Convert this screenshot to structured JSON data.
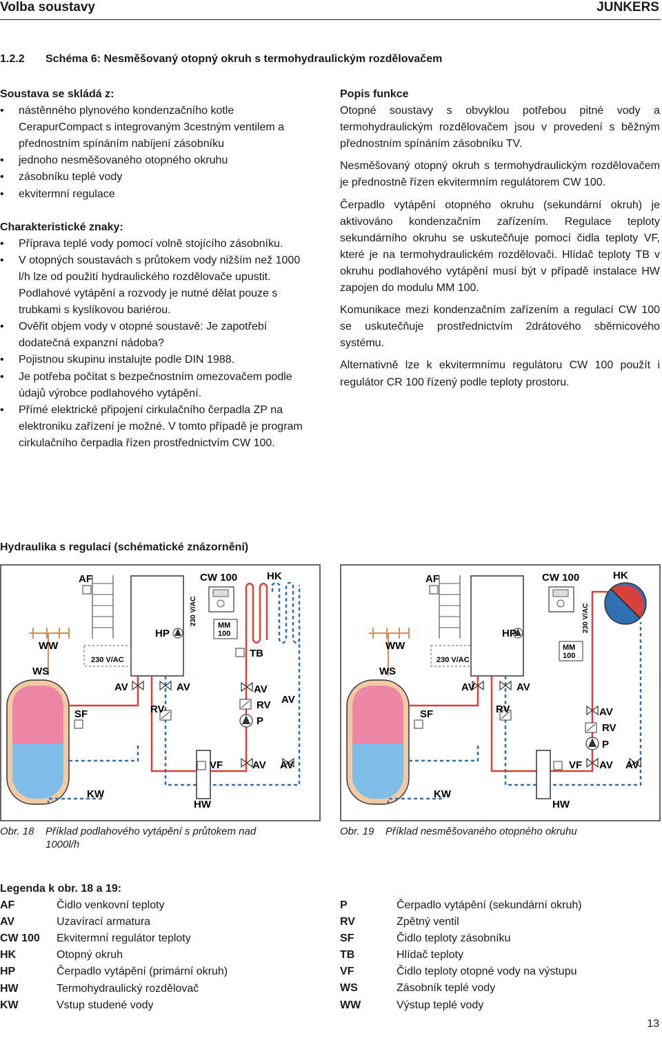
{
  "header": {
    "title": "Volba soustavy",
    "brand": "JUNKERS"
  },
  "section": {
    "number": "1.2.2",
    "title": "Schéma 6: Nesměšovaný otopný okruh s termohydraulickým rozdělovačem"
  },
  "left": {
    "composition_heading": "Soustava se skládá z:",
    "composition_items": [
      "nástěnného plynového kondenzačního kotle CerapurCompact s integrovaným 3cestným ventilem a přednostním spínáním nabíjení zásobníku",
      "jednoho nesměšovaného otopného okruhu",
      "zásobníku teplé vody",
      "ekvitermní regulace"
    ],
    "features_heading": "Charakteristické znaky:",
    "features_items": [
      "Příprava teplé vody pomocí volně stojícího zásobníku.",
      "V otopných soustavách s průtokem vody nižším než 1000 l/h lze od použití hydraulického rozdělovače upustit. Podlahové vytápění a rozvody je nutné dělat pouze s trubkami s kyslíkovou bariérou.",
      "Ověřit objem vody v otopné soustavě: Je zapotřebí dodatečná expanzní nádoba?",
      "Pojistnou skupinu instalujte podle DIN 1988.",
      "Je potřeba počítat s bezpečnostním omezovačem podle údajů výrobce podlahového vytápění.",
      "Přímé elektrické připojení cirkulačního čerpadla ZP na elektroniku zařízení je možné. V tomto případě je program cirkulačního čerpadla řízen prostřednictvím CW 100."
    ]
  },
  "right": {
    "heading": "Popis funkce",
    "paragraphs": [
      "Otopné soustavy s obvyklou potřebou pitné vody a termohydraulickým rozdělovačem jsou v provedení s běžným přednostním spínáním zásobníku TV.",
      "Nesměšovaný otopný okruh s termohydraulickým rozdělovačem je přednostně řízen ekvitermním regulátorem CW 100.",
      "Čerpadlo vytápění otopného okruhu (sekundární okruh) je aktivováno kondenzačním zařízením. Regulace teploty sekundárního okruhu se uskutečňuje pomocí čidla teploty VF, které je na termohydraulickém rozdělovači. Hlídač teploty TB v okruhu podlahového vytápění musí být v případě instalace HW zapojen do modulu MM 100.",
      "Komunikace mezi kondenzačním zařízením a regulací CW 100 se uskutečňuje prostřednictvím 2drátového sběrnicového systému.",
      "Alternativně lze k ekvitermnímu regulátoru CW 100 použít i regulátor CR 100 řízený podle teploty prostoru."
    ]
  },
  "diagram_heading": "Hydraulika s regulací (schématické znázornění)",
  "fig18": {
    "labels": {
      "af": "AF",
      "cw": "CW 100",
      "hk": "HK",
      "v230a": "230 V/AC",
      "hp": "HP",
      "mm": "MM",
      "mm2": "100",
      "ww": "WW",
      "ws": "WS",
      "v230b": "230 V/AC",
      "tb": "TB",
      "av1": "AV",
      "av2": "AV",
      "av3": "AV",
      "av4": "AV",
      "av5": "AV",
      "av6": "AV",
      "rv1": "RV",
      "rv2": "RV",
      "p": "P",
      "sf": "SF",
      "vf": "VF",
      "kw": "KW",
      "hw": "HW"
    },
    "caption_num": "Obr. 18",
    "caption": [
      "Příklad podlahového vytápění s průtokem nad",
      "1000l/h"
    ]
  },
  "fig19": {
    "labels": {
      "af": "AF",
      "cw": "CW 100",
      "hk": "HK",
      "v230a": "230 V/AC",
      "hp": "HP",
      "mm": "MM",
      "mm2": "100",
      "ww": "WW",
      "ws": "WS",
      "v230b": "230 V/AC",
      "av1": "AV",
      "av2": "AV",
      "av3": "AV",
      "av4": "AV",
      "av5": "AV",
      "rv1": "RV",
      "rv2": "RV",
      "p": "P",
      "sf": "SF",
      "vf": "VF",
      "kw": "KW",
      "hw": "HW"
    },
    "caption_num": "Obr. 19",
    "caption": [
      "Příklad nesměšovaného otopného okruhu"
    ]
  },
  "legend": {
    "heading": "Legenda k obr. 18 a 19:",
    "left": [
      {
        "key": "AF",
        "desc": "Čidlo venkovní teploty"
      },
      {
        "key": "AV",
        "desc": "Uzavírací armatura"
      },
      {
        "key": "CW 100",
        "desc": "Ekvitermní regulátor teploty"
      },
      {
        "key": "HK",
        "desc": "Otopný okruh"
      },
      {
        "key": "HP",
        "desc": "Čerpadlo vytápění (primární okruh)"
      },
      {
        "key": "HW",
        "desc": "Termohydraulický rozdělovač"
      },
      {
        "key": "KW",
        "desc": "Vstup studené vody"
      }
    ],
    "right": [
      {
        "key": "P",
        "desc": "Čerpadlo vytápění (sekundární okruh)"
      },
      {
        "key": "RV",
        "desc": "Zpětný ventil"
      },
      {
        "key": "SF",
        "desc": "Čidlo teploty zásobníku"
      },
      {
        "key": "TB",
        "desc": "Hlídač teploty"
      },
      {
        "key": "VF",
        "desc": "Čidlo teploty otopné vody na výstupu"
      },
      {
        "key": "WS",
        "desc": "Zásobník teplé vody"
      },
      {
        "key": "WW",
        "desc": "Výstup teplé vody"
      }
    ]
  },
  "page_number": "13",
  "colors": {
    "red": "#d8403a",
    "blue": "#2f6fb4",
    "orange": "#d98a55",
    "tank_pink": "#ee86a6",
    "tank_blue": "#7fbde8",
    "tank_shell": "#f1c9a3",
    "frame": "#333333"
  }
}
